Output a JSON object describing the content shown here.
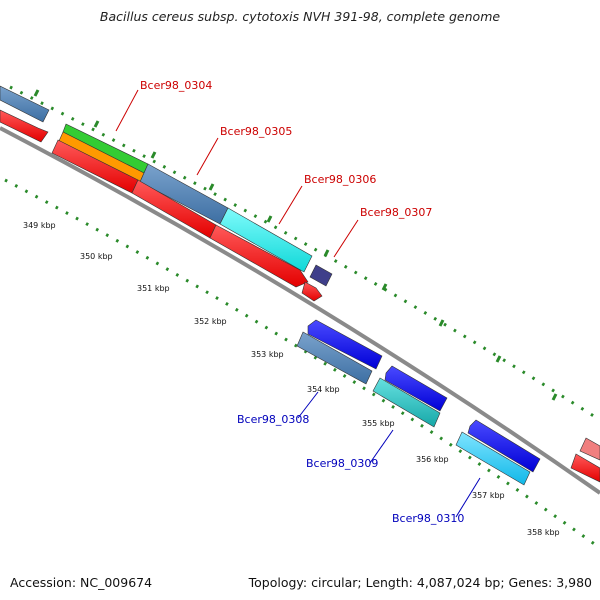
{
  "title": "Bacillus cereus subsp. cytotoxis NVH 391-98, complete genome",
  "footer": {
    "accession": "Accession: NC_009674",
    "summary": "Topology: circular; Length: 4,087,024 bp; Genes: 3,980"
  },
  "map": {
    "kbp_ticks": [
      "349 kbp",
      "350 kbp",
      "351 kbp",
      "352 kbp",
      "353 kbp",
      "354 kbp",
      "355 kbp",
      "356 kbp",
      "357 kbp",
      "358 kbp"
    ],
    "forward_genes": [
      {
        "label": "Bcer98_0304",
        "color": "#cc0000"
      },
      {
        "label": "Bcer98_0305",
        "color": "#cc0000"
      },
      {
        "label": "Bcer98_0306",
        "color": "#cc0000"
      },
      {
        "label": "Bcer98_0307",
        "color": "#cc0000"
      }
    ],
    "reverse_genes": [
      {
        "label": "Bcer98_0308",
        "color": "#0000bb"
      },
      {
        "label": "Bcer98_0309",
        "color": "#0000bb"
      },
      {
        "label": "Bcer98_0310",
        "color": "#0000bb"
      }
    ],
    "colors": {
      "backbone": "#8a8a8a",
      "cds_red": "#ff0000",
      "steel_blue": "#4f81b5",
      "cyan": "#14f0f0",
      "green": "#33cc33",
      "orange": "#ff9900",
      "dark_purple": "#3f3f8a",
      "blue": "#0000ff",
      "teal": "#22c6c6",
      "sky": "#19c5f0",
      "pink": "#f07f7f",
      "tick_green": "#2a8a2a"
    }
  }
}
